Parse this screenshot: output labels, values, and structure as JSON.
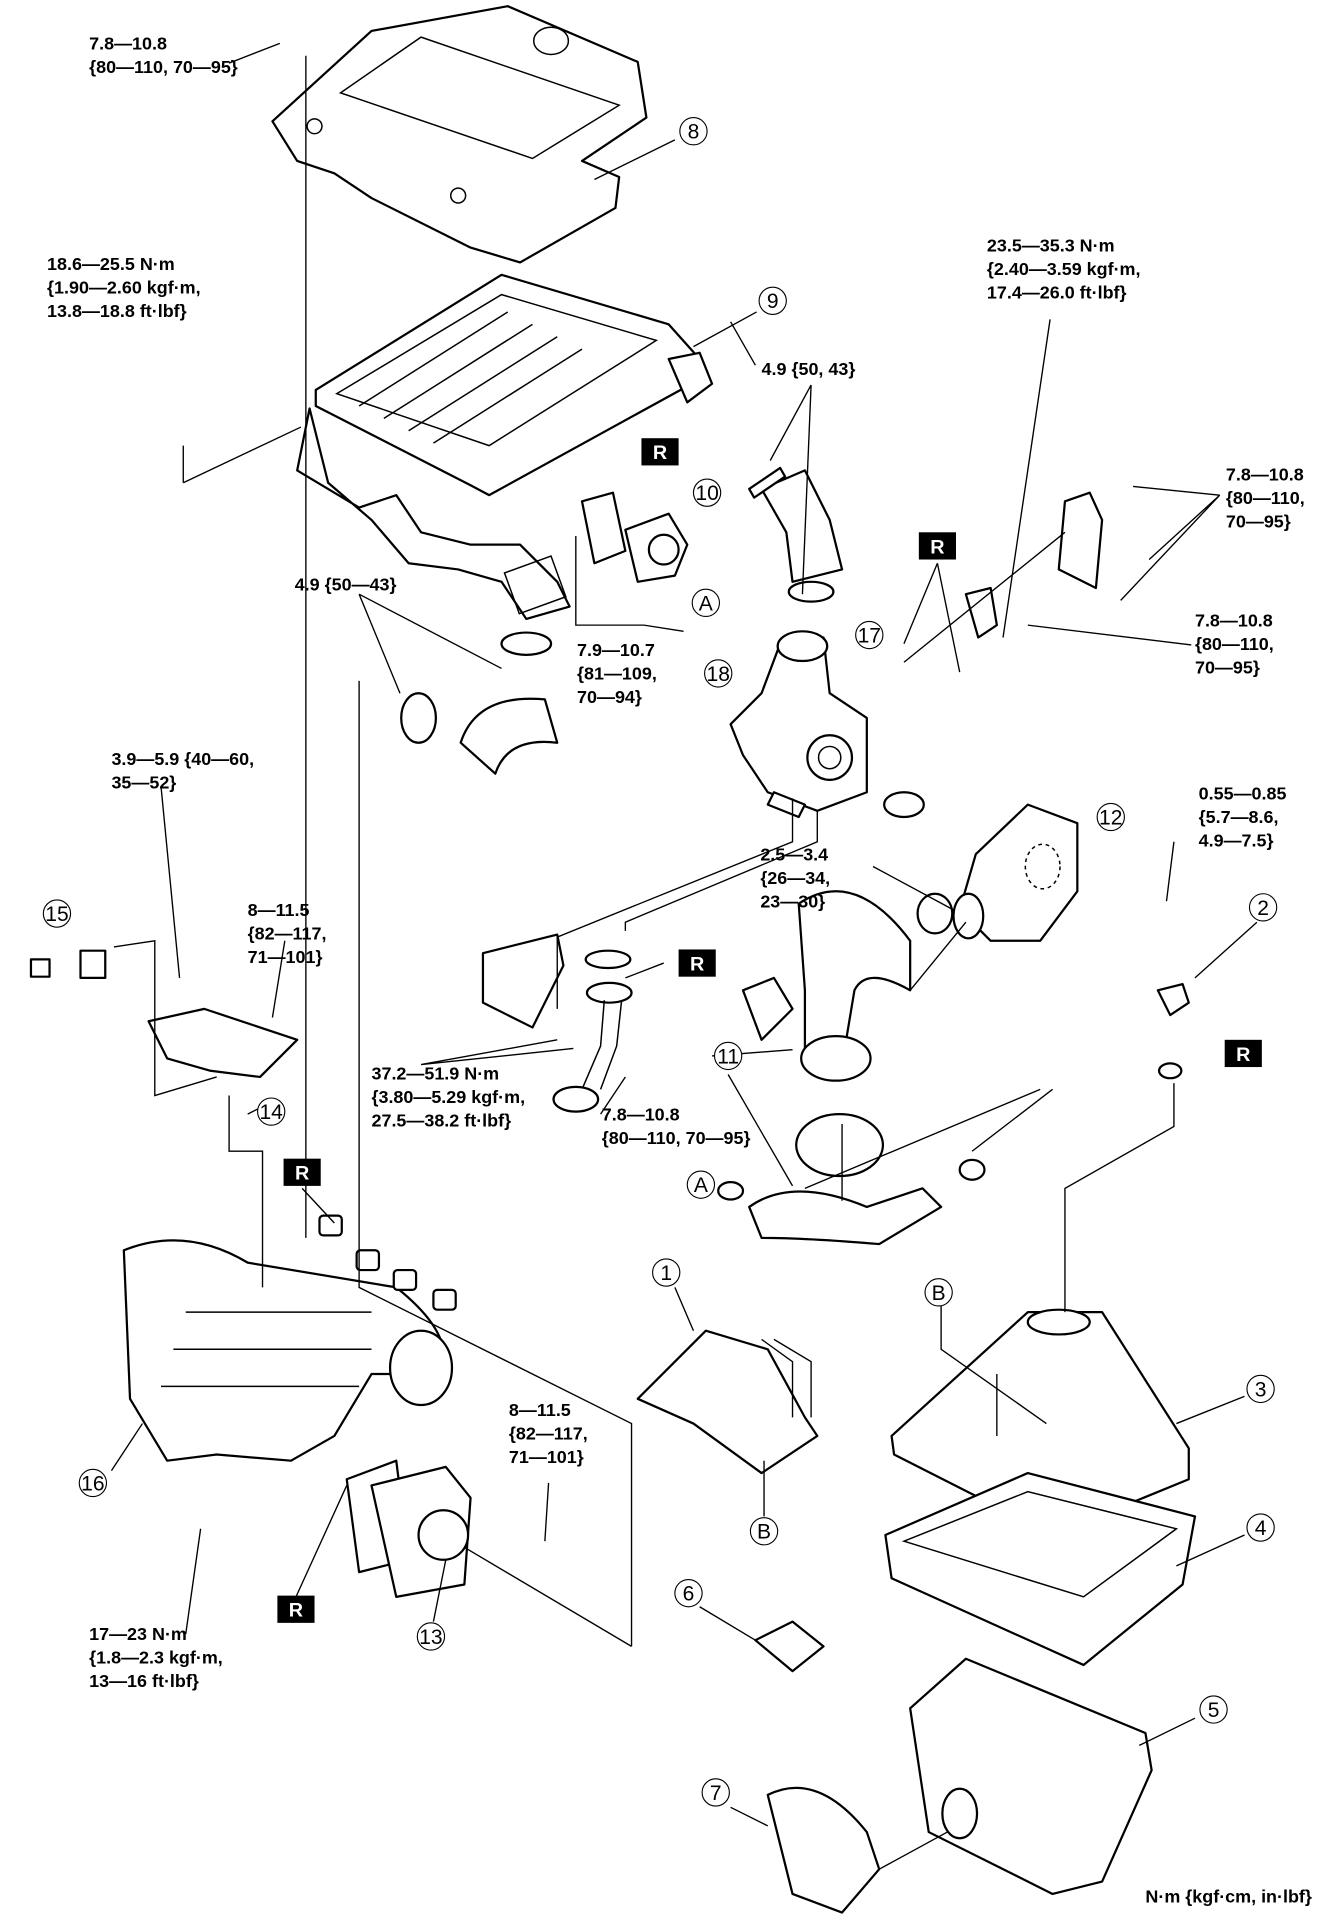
{
  "diagram": {
    "unit_note": "N·m {kgf·cm, in·lbf}",
    "replace_mark": "R",
    "torques": [
      {
        "lines": [
          "7.8—10.8",
          "{80—110, 70—95}"
        ]
      },
      {
        "lines": [
          "18.6—25.5 N·m",
          "{1.90—2.60 kgf·m,",
          "13.8—18.8 ft·lbf}"
        ]
      },
      {
        "lines": [
          "23.5—35.3 N·m",
          "{2.40—3.59 kgf·m,",
          "17.4—26.0 ft·lbf}"
        ]
      },
      {
        "lines": [
          "4.9 {50, 43}"
        ]
      },
      {
        "lines": [
          "7.8—10.8",
          "{80—110,",
          "70—95}"
        ]
      },
      {
        "lines": [
          "7.8—10.8",
          "{80—110,",
          "70—95}"
        ]
      },
      {
        "lines": [
          "4.9 {50—43}"
        ]
      },
      {
        "lines": [
          "7.9—10.7",
          "{81—109,",
          "70—94}"
        ]
      },
      {
        "lines": [
          "3.9—5.9 {40—60,",
          "35—52}"
        ]
      },
      {
        "lines": [
          "0.55—0.85",
          "{5.7—8.6,",
          "4.9—7.5}"
        ]
      },
      {
        "lines": [
          "2.5—3.4",
          "{26—34,",
          "23—30}"
        ]
      },
      {
        "lines": [
          "8—11.5",
          "{82—117,",
          "71—101}"
        ]
      },
      {
        "lines": [
          "37.2—51.9 N·m",
          "{3.80—5.29 kgf·m,",
          "27.5—38.2 ft·lbf}"
        ]
      },
      {
        "lines": [
          "7.8—10.8",
          "{80—110, 70—95}"
        ]
      },
      {
        "lines": [
          "8—11.5",
          "{82—117,",
          "71—101}"
        ]
      },
      {
        "lines": [
          "17—23 N·m",
          "{1.8—2.3 kgf·m,",
          "13—16 ft·lbf}"
        ]
      }
    ],
    "callouts": [
      "8",
      "9",
      "10",
      "17",
      "18",
      "12",
      "2",
      "15",
      "11",
      "14",
      "1",
      "3",
      "4",
      "16",
      "13",
      "6",
      "5",
      "7"
    ],
    "letters": [
      "A",
      "A",
      "B",
      "B"
    ]
  }
}
